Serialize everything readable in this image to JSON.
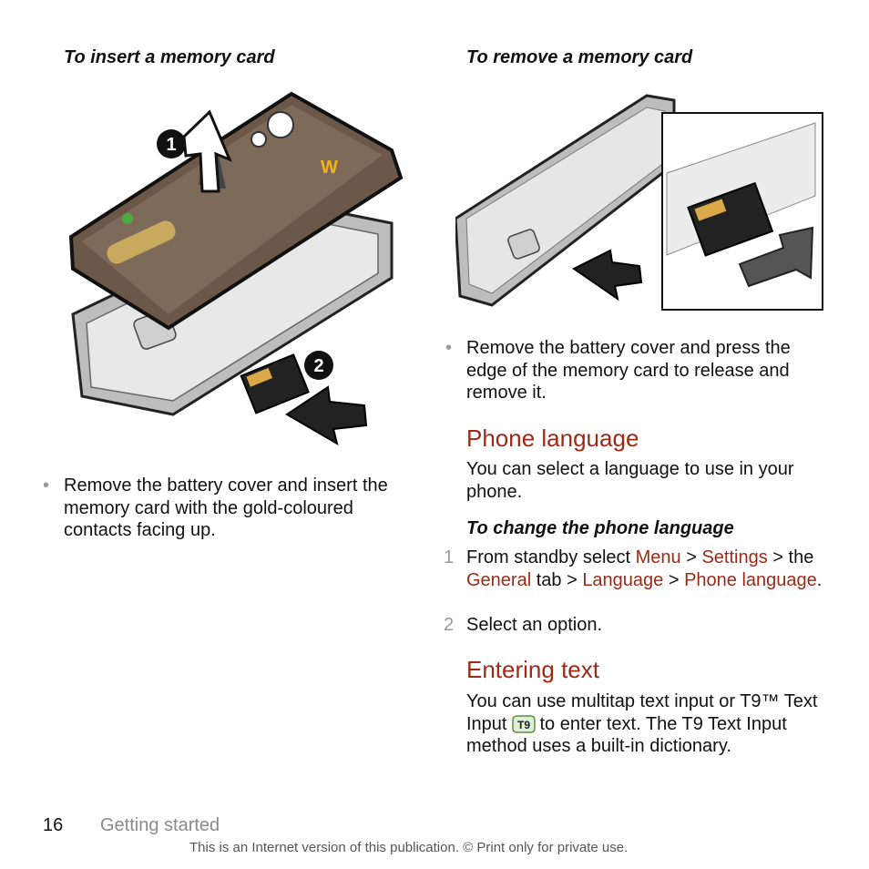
{
  "left": {
    "heading": "To insert a memory card",
    "bullet": "Remove the battery cover and insert the memory card with the gold-coloured contacts facing up.",
    "callouts": [
      "1",
      "2"
    ]
  },
  "right": {
    "heading": "To remove a memory card",
    "bullet": "Remove the battery cover and press the edge of the memory card to release and remove it.",
    "phone_language": {
      "title": "Phone language",
      "intro": "You can select a language to use in your phone.",
      "procedure_heading": "To change the phone language",
      "step1": {
        "num": "1",
        "t1": "From standby select ",
        "menu": "Menu",
        "sep1": " > ",
        "settings": "Settings",
        "sep2": " > the ",
        "general": "General",
        "t2": " tab > ",
        "language": "Language",
        "sep3": " > ",
        "phone_language": "Phone language",
        "end": "."
      },
      "step2": {
        "num": "2",
        "text": "Select an option."
      }
    },
    "entering_text": {
      "title": "Entering text",
      "t1": "You can use multitap text input or T9™ Text Input",
      "t2": "to enter text. The T9 Text Input method uses a built-in dictionary.",
      "icon_label": "T9"
    }
  },
  "footer": {
    "page_number": "16",
    "section": "Getting started",
    "note": "This is an Internet version of this publication. © Print only for private use."
  },
  "colors": {
    "accent": "#9c2a16",
    "muted": "#9a9a9a"
  },
  "icons": [
    "bullet-dot",
    "t9-icon",
    "arrow-up-icon",
    "arrow-push-icon",
    "arrow-out-icon"
  ]
}
